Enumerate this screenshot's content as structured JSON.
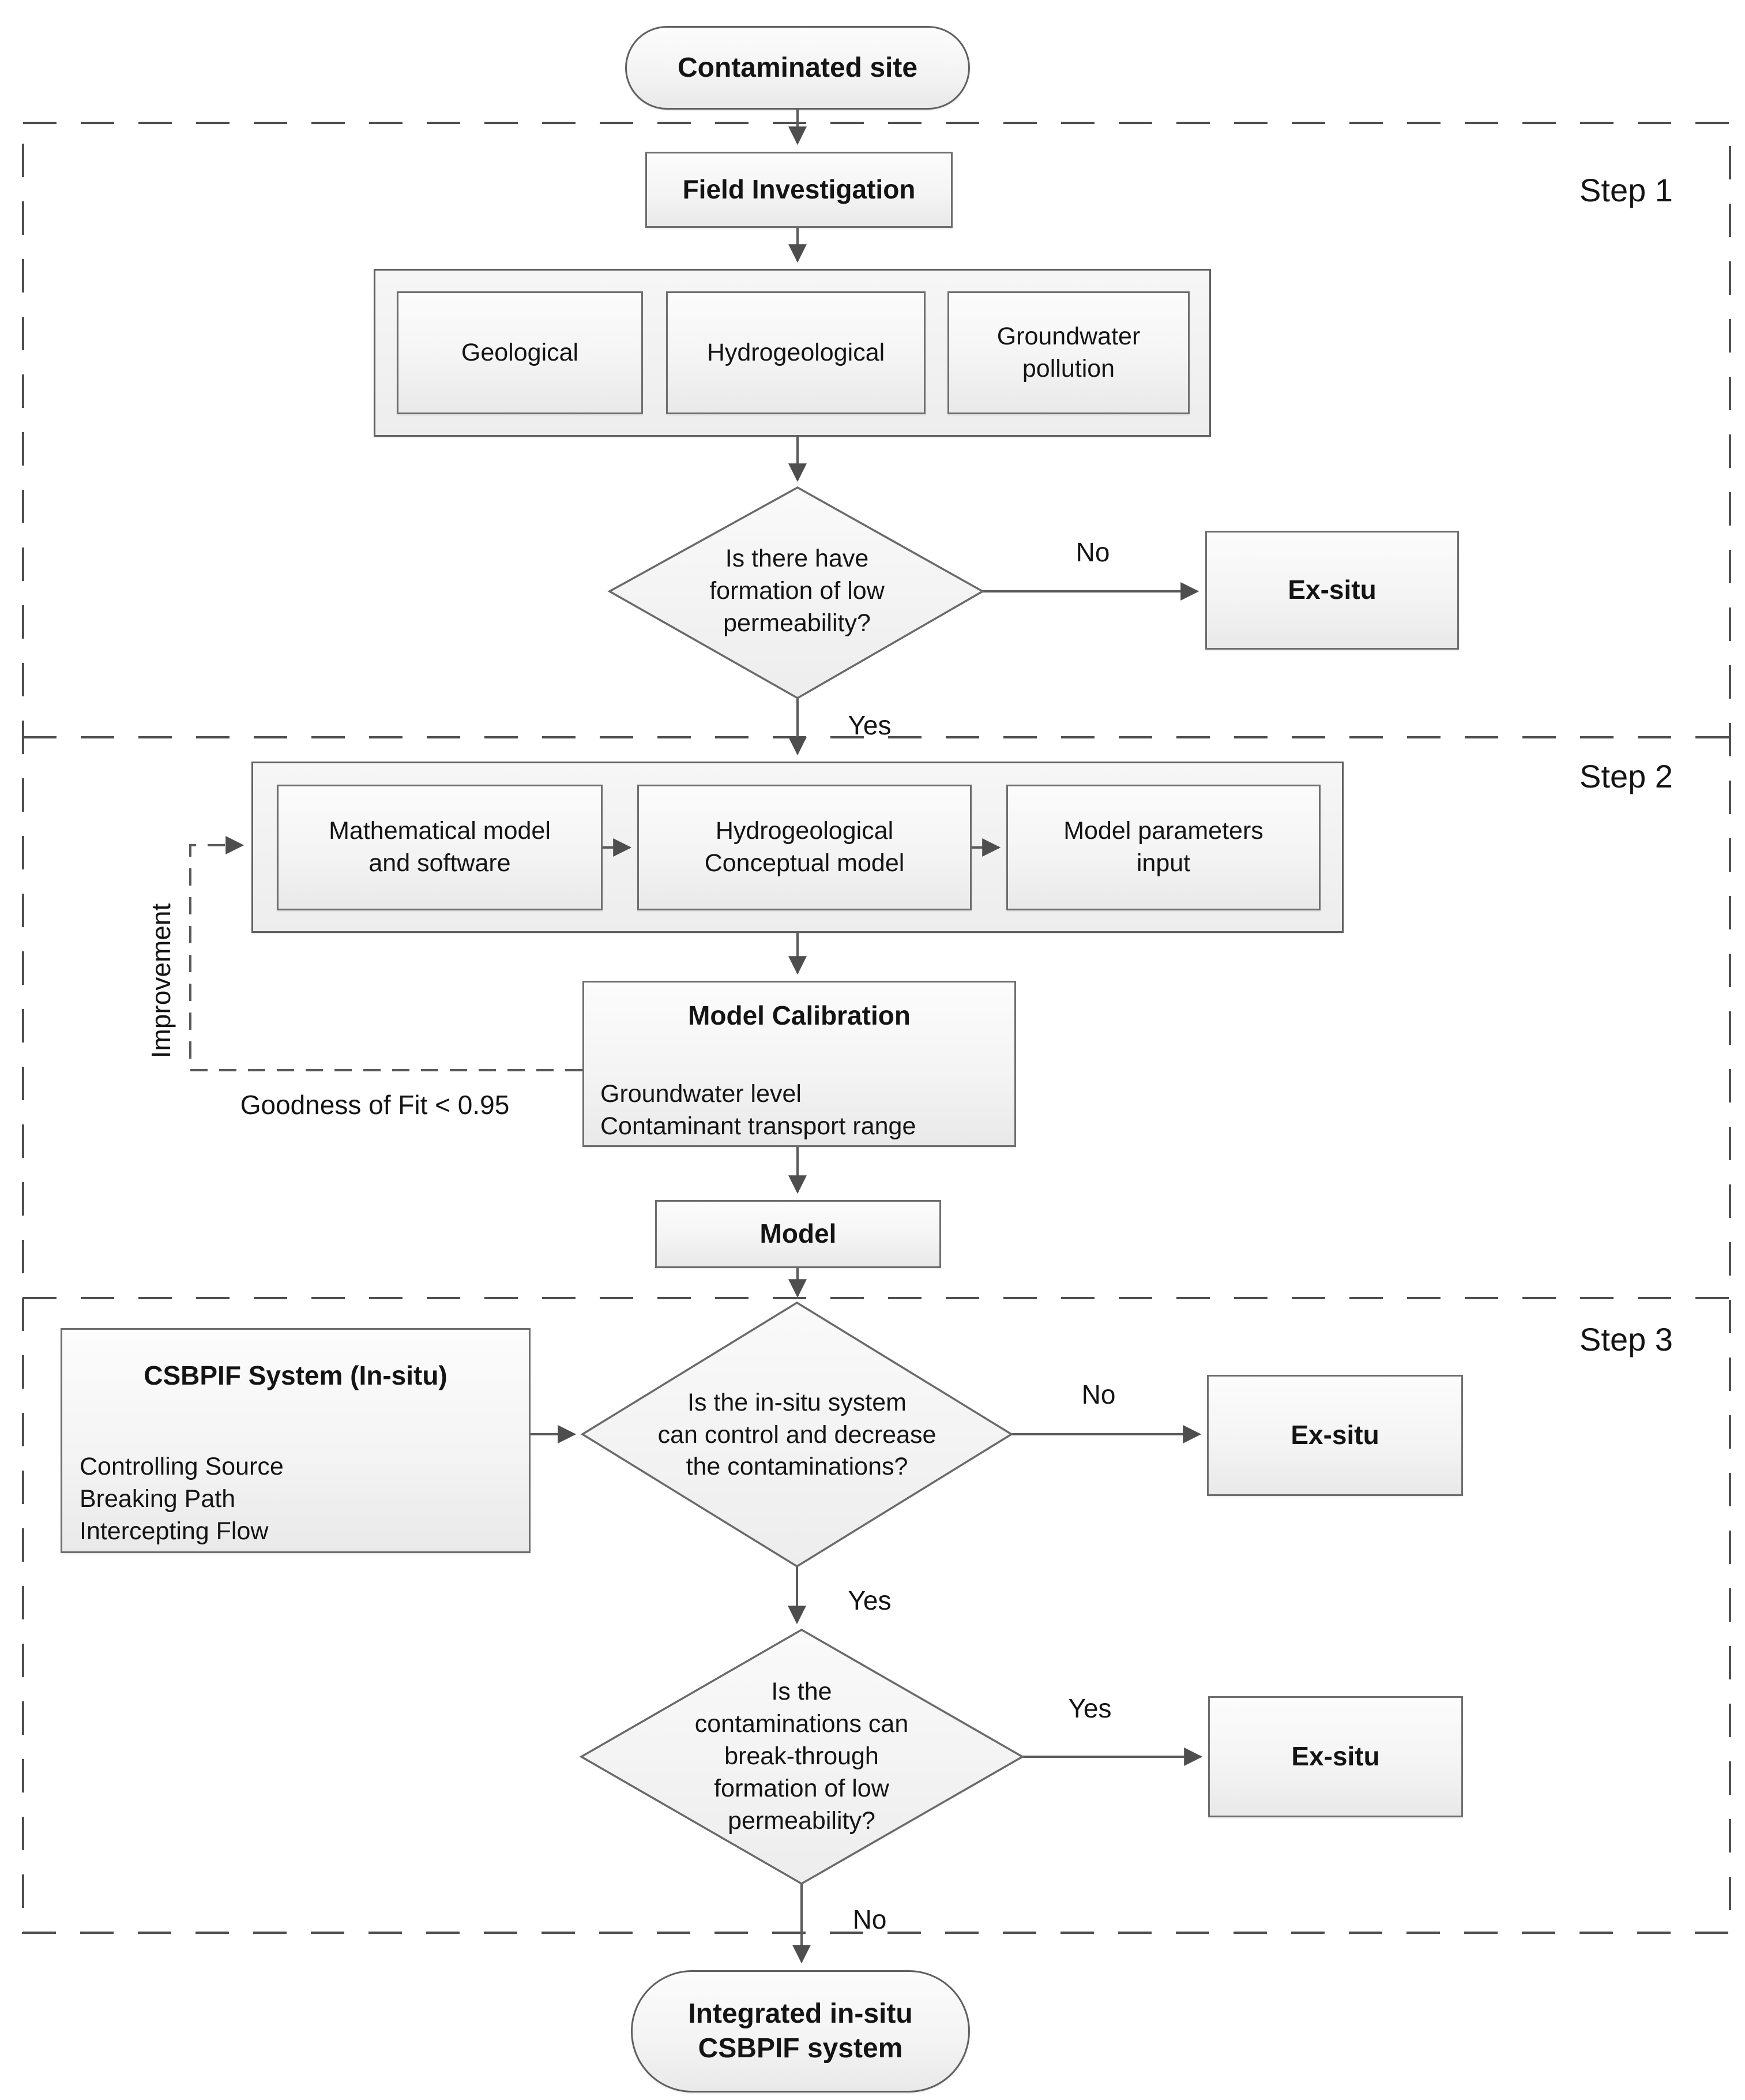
{
  "start_node": {
    "label": "Contaminated site"
  },
  "end_node": {
    "label": "Integrated in-situ\nCSBPIF system"
  },
  "steps": {
    "step1": {
      "label": "Step 1",
      "field_investigation": "Field Investigation",
      "surveys": [
        "Geological",
        "Hydrogeological",
        "Groundwater\npollution"
      ],
      "decision_low_perm": "Is there have\nformation of low\npermeability?",
      "no": "No",
      "yes": "Yes",
      "exsitu": "Ex-situ"
    },
    "step2": {
      "label": "Step 2",
      "model_boxes": [
        "Mathematical model\nand software",
        "Hydrogeological\nConceptual model",
        "Model parameters\ninput"
      ],
      "calibration": {
        "title": "Model Calibration",
        "body": "Groundwater level\nContaminant transport range"
      },
      "goodness_of_fit": "Goodness of Fit < 0.95",
      "improvement": "Improvement",
      "model": "Model"
    },
    "step3": {
      "label": "Step 3",
      "csbpif": {
        "title": "CSBPIF System (In-situ)",
        "body": "Controlling Source\nBreaking Path\nIntercepting Flow"
      },
      "decision_control": "Is the in-situ system\ncan control and decrease\nthe contaminations?",
      "decision_breakthrough": "Is the\ncontaminations can\nbreak-through\nformation of low\npermeability?",
      "no": "No",
      "yes": "Yes",
      "exsitu_no": "Ex-situ",
      "exsitu_yes": "Ex-situ"
    }
  }
}
